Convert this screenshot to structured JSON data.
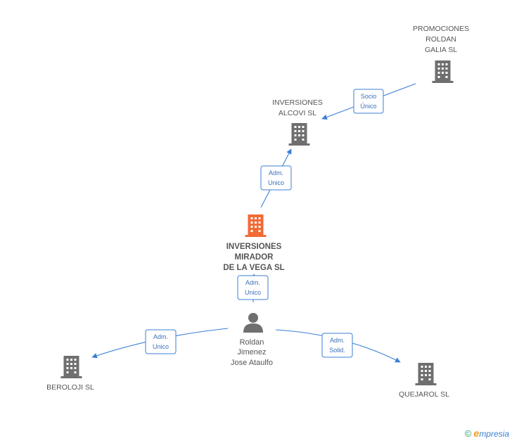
{
  "colors": {
    "edge": "#3a7fd5",
    "building": "#6f6f6f",
    "building_focus": "#f26a35",
    "person": "#6f6f6f",
    "text": "#555555"
  },
  "nodes": [
    {
      "id": "promociones",
      "kind": "company",
      "icon": "building-icon",
      "label_lines": [
        "PROMOCIONES",
        "ROLDAN",
        "GALIA SL"
      ]
    },
    {
      "id": "inversiones-alcovi",
      "kind": "company",
      "icon": "building-icon",
      "label_lines": [
        "INVERSIONES",
        "ALCOVI SL"
      ]
    },
    {
      "id": "inversiones-mirador",
      "kind": "company-focus",
      "icon": "building-icon",
      "label_lines": [
        "INVERSIONES",
        "MIRADOR",
        "DE LA VEGA SL"
      ]
    },
    {
      "id": "roldan",
      "kind": "person",
      "icon": "person-icon",
      "label_lines": [
        "Roldan",
        "Jimenez",
        "Jose Ataulfo"
      ]
    },
    {
      "id": "beroloji",
      "kind": "company",
      "icon": "building-icon",
      "label_lines": [
        "BEROLOJI SL"
      ]
    },
    {
      "id": "quejarol",
      "kind": "company",
      "icon": "building-icon",
      "label_lines": [
        "QUEJAROL SL"
      ]
    }
  ],
  "edges": [
    {
      "id": "promociones-alcovi",
      "from": "promociones",
      "to": "inversiones-alcovi",
      "label_lines": [
        "Socio",
        "Único"
      ]
    },
    {
      "id": "mirador-alcovi",
      "from": "inversiones-mirador",
      "to": "inversiones-alcovi",
      "label_lines": [
        "Adm.",
        "Unico"
      ]
    },
    {
      "id": "roldan-mirador",
      "from": "roldan",
      "to": "inversiones-mirador",
      "label_lines": [
        "Adm.",
        "Unico"
      ]
    },
    {
      "id": "roldan-beroloji",
      "from": "roldan",
      "to": "beroloji",
      "label_lines": [
        "Adm.",
        "Unico"
      ]
    },
    {
      "id": "roldan-quejarol",
      "from": "roldan",
      "to": "quejarol",
      "label_lines": [
        "Adm.",
        "Solid."
      ]
    }
  ],
  "brand": {
    "copyright_symbol": "©",
    "initial": "e",
    "name": "mpresia"
  }
}
